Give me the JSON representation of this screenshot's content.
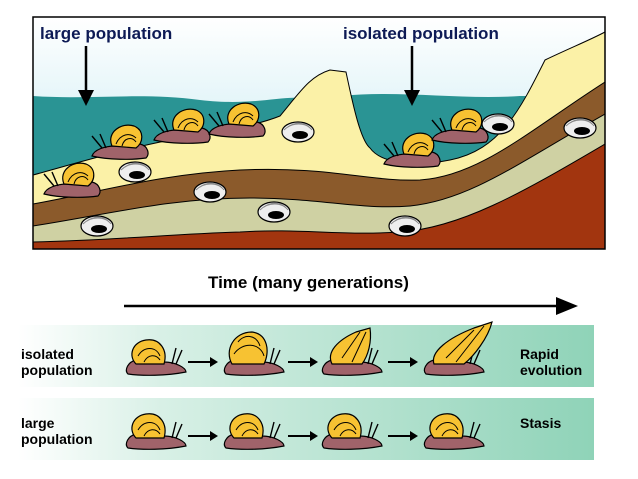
{
  "labels": {
    "large_population": "large population",
    "isolated_population": "isolated population",
    "time": "Time (many generations)"
  },
  "rows": [
    {
      "label_line1": "isolated",
      "label_line2": "population",
      "result_line1": "Rapid",
      "result_line2": "evolution"
    },
    {
      "label_line1": "large",
      "label_line2": "population",
      "result_line1": "Stasis",
      "result_line2": ""
    }
  ],
  "colors": {
    "water": "#2a9494",
    "sky": "#c9ecf2",
    "sand": "#fbf1a7",
    "brown": "#8b5a2b",
    "khaki": "#cfd1a3",
    "rust": "#a2350f",
    "snail_body": "#a0636a",
    "snail_shell": "#f7c232",
    "row_bg": "#8fd3b8"
  }
}
